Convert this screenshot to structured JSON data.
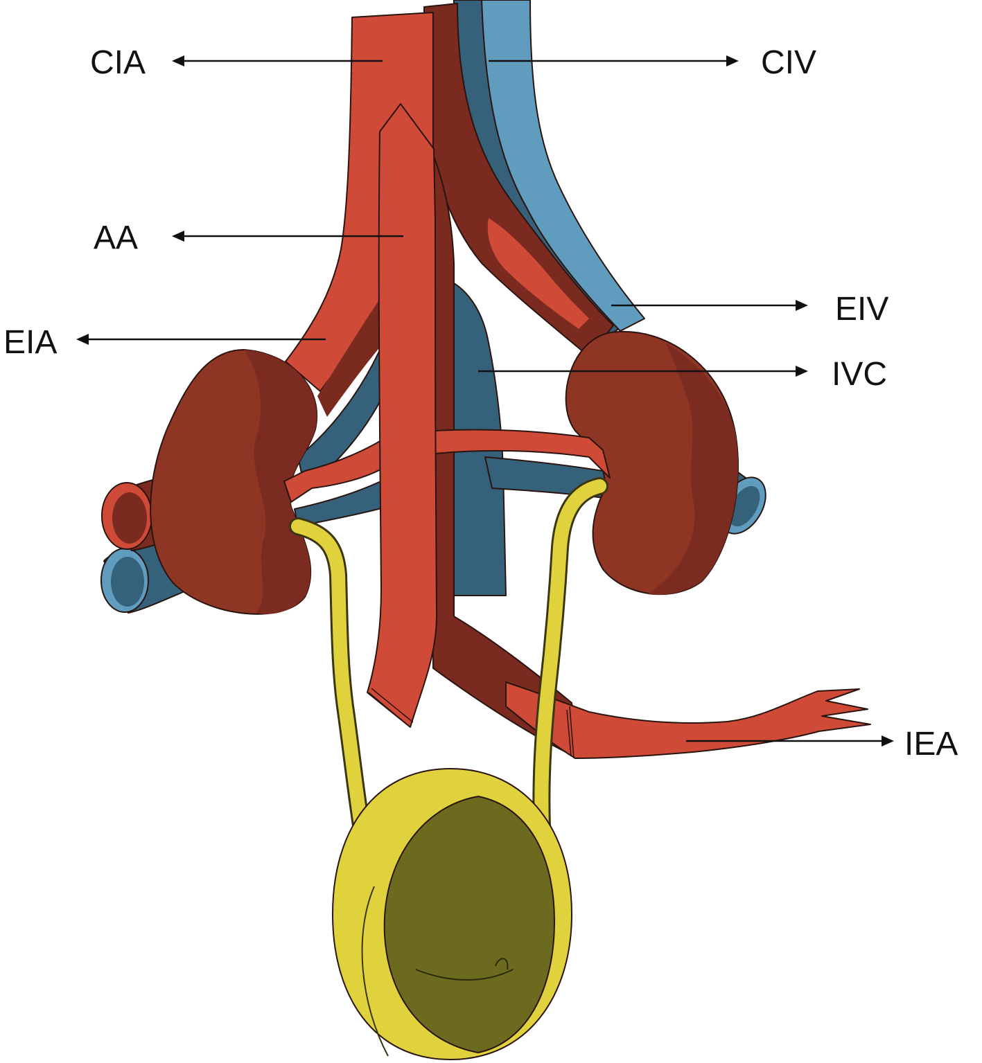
{
  "labels": {
    "cia": "CIA",
    "civ": "CIV",
    "aa": "AA",
    "eiv": "EIV",
    "eia": "EIA",
    "ivc": "IVC",
    "iea": "IEA"
  },
  "colors": {
    "artery": "#d04a38",
    "artery_dark": "#7a2a1f",
    "kidney": "#7b2b20",
    "kidney_light": "#8f3524",
    "vein_light": "#5f9cbd",
    "vein_dark": "#35627a",
    "ureter": "#e0d23c",
    "bladder_inner": "#6c6a1e",
    "text": "#111111"
  }
}
